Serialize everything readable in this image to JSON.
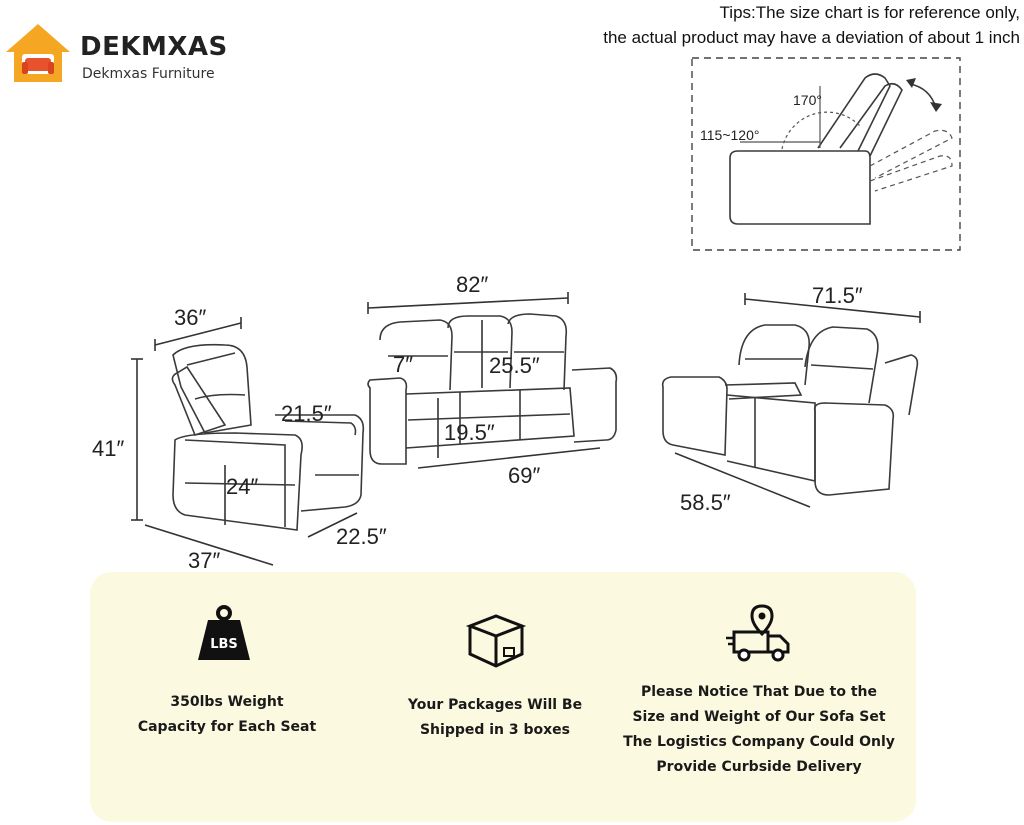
{
  "brand": {
    "name": "DEKMXAS",
    "subtitle": "Dekmxas Furniture"
  },
  "tips": {
    "line1": "Tips:The size chart is for reference only,",
    "line2": "the actual product may have a deviation of about 1 inch"
  },
  "recline": {
    "angle_full": "170°",
    "angle_range": "115~120°"
  },
  "chair": {
    "width_top": "36″",
    "height": "41″",
    "arm_height": "21.5″",
    "seat_height": "24″",
    "depth": "22.5″",
    "width_bottom": "37″"
  },
  "sofa": {
    "width": "82″",
    "back_height": "25.5″",
    "arm": "7″",
    "seat_height": "19.5″",
    "seat_width": "69″"
  },
  "loveseat": {
    "width": "71.5″",
    "depth": "58.5″"
  },
  "features": [
    {
      "icon": "weight-lbs-icon",
      "icon_text": "LBS",
      "line1": "350lbs Weight",
      "line2": "Capacity for Each Seat"
    },
    {
      "icon": "package-box-icon",
      "line1": "Your Packages Will Be",
      "line2": "Shipped in 3 boxes"
    },
    {
      "icon": "delivery-truck-icon",
      "line1": "Please Notice That Due to the",
      "line2": "Size and Weight of Our Sofa Set",
      "line3": "The Logistics Company Could Only",
      "line4": "Provide Curbside Delivery"
    }
  ],
  "colors": {
    "brand_orange": "#f5a623",
    "panel_bg": "#fbf9e0"
  }
}
